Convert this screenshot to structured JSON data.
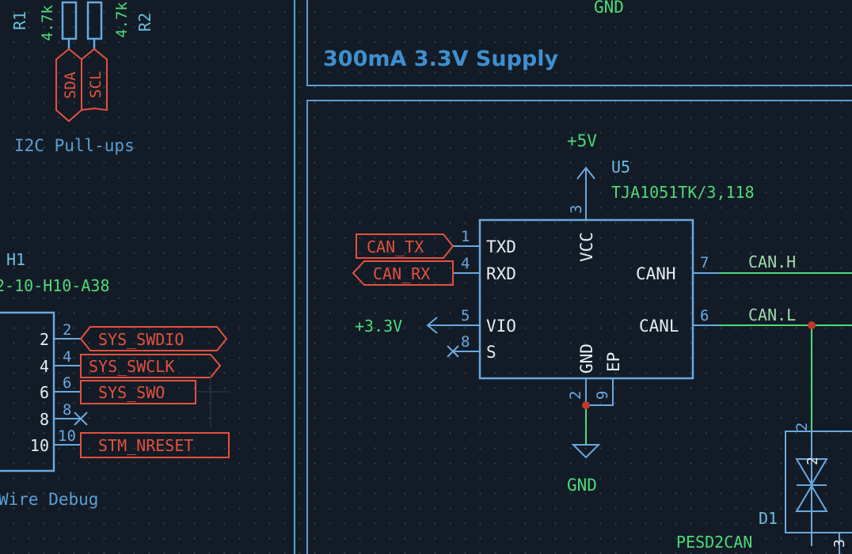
{
  "colors": {
    "background": "#131c26",
    "grid_dot": "#33404d",
    "frame": "#5a9fd6",
    "symbol_body": "#6aa8e0",
    "wire": "#4ed97a",
    "net_label": "#a0d9b0",
    "power_label": "#4ed97a",
    "ref_designator": "#6bbfdf",
    "value_text": "#4ed97a",
    "global_label": "#e5503f",
    "junction": "#c0392b"
  },
  "sheet": {
    "supply_title": "300mA 3.3V Supply",
    "top_gnd": "GND"
  },
  "i2c": {
    "r1_ref": "R1",
    "r1_value": "4.7k",
    "r2_ref": "R2",
    "r2_value": "4.7k",
    "sda": "SDA",
    "scl": "SCL",
    "note": "I2C Pull-ups"
  },
  "debug": {
    "ref": "H1",
    "value": "2-10-H10-A38",
    "note": "Wire Debug",
    "pins": [
      {
        "inner": "2",
        "outer": "2",
        "label": "SYS_SWDIO"
      },
      {
        "inner": "4",
        "outer": "4",
        "label": "SYS_SWCLK"
      },
      {
        "inner": "6",
        "outer": "6",
        "label": "SYS_SWO"
      },
      {
        "inner": "8",
        "outer": "8",
        "label": ""
      },
      {
        "inner": "10",
        "outer": "10",
        "label": "STM_NRESET"
      }
    ]
  },
  "transceiver": {
    "ref": "U5",
    "value": "TJA1051TK/3,118",
    "power_in": "+5V",
    "vio_power": "+3.3V",
    "gnd": "GND",
    "pins": {
      "txd": {
        "num": "1",
        "name": "TXD"
      },
      "rxd": {
        "num": "4",
        "name": "RXD"
      },
      "vio": {
        "num": "5",
        "name": "VIO"
      },
      "s": {
        "num": "8",
        "name": "S"
      },
      "vcc": {
        "num": "3",
        "name": "VCC"
      },
      "canh": {
        "num": "7",
        "name": "CANH"
      },
      "canl": {
        "num": "6",
        "name": "CANL"
      },
      "gnd": {
        "num": "2",
        "name": "GND"
      },
      "ep": {
        "num": "9",
        "name": "EP"
      }
    },
    "can_tx": "CAN_TX",
    "can_rx": "CAN_RX",
    "net_canh": "CAN.H",
    "net_canl": "CAN.L"
  },
  "tvs": {
    "ref": "D1",
    "value": "PESD2CAN",
    "pin_a": "2",
    "pin_b": "3"
  }
}
